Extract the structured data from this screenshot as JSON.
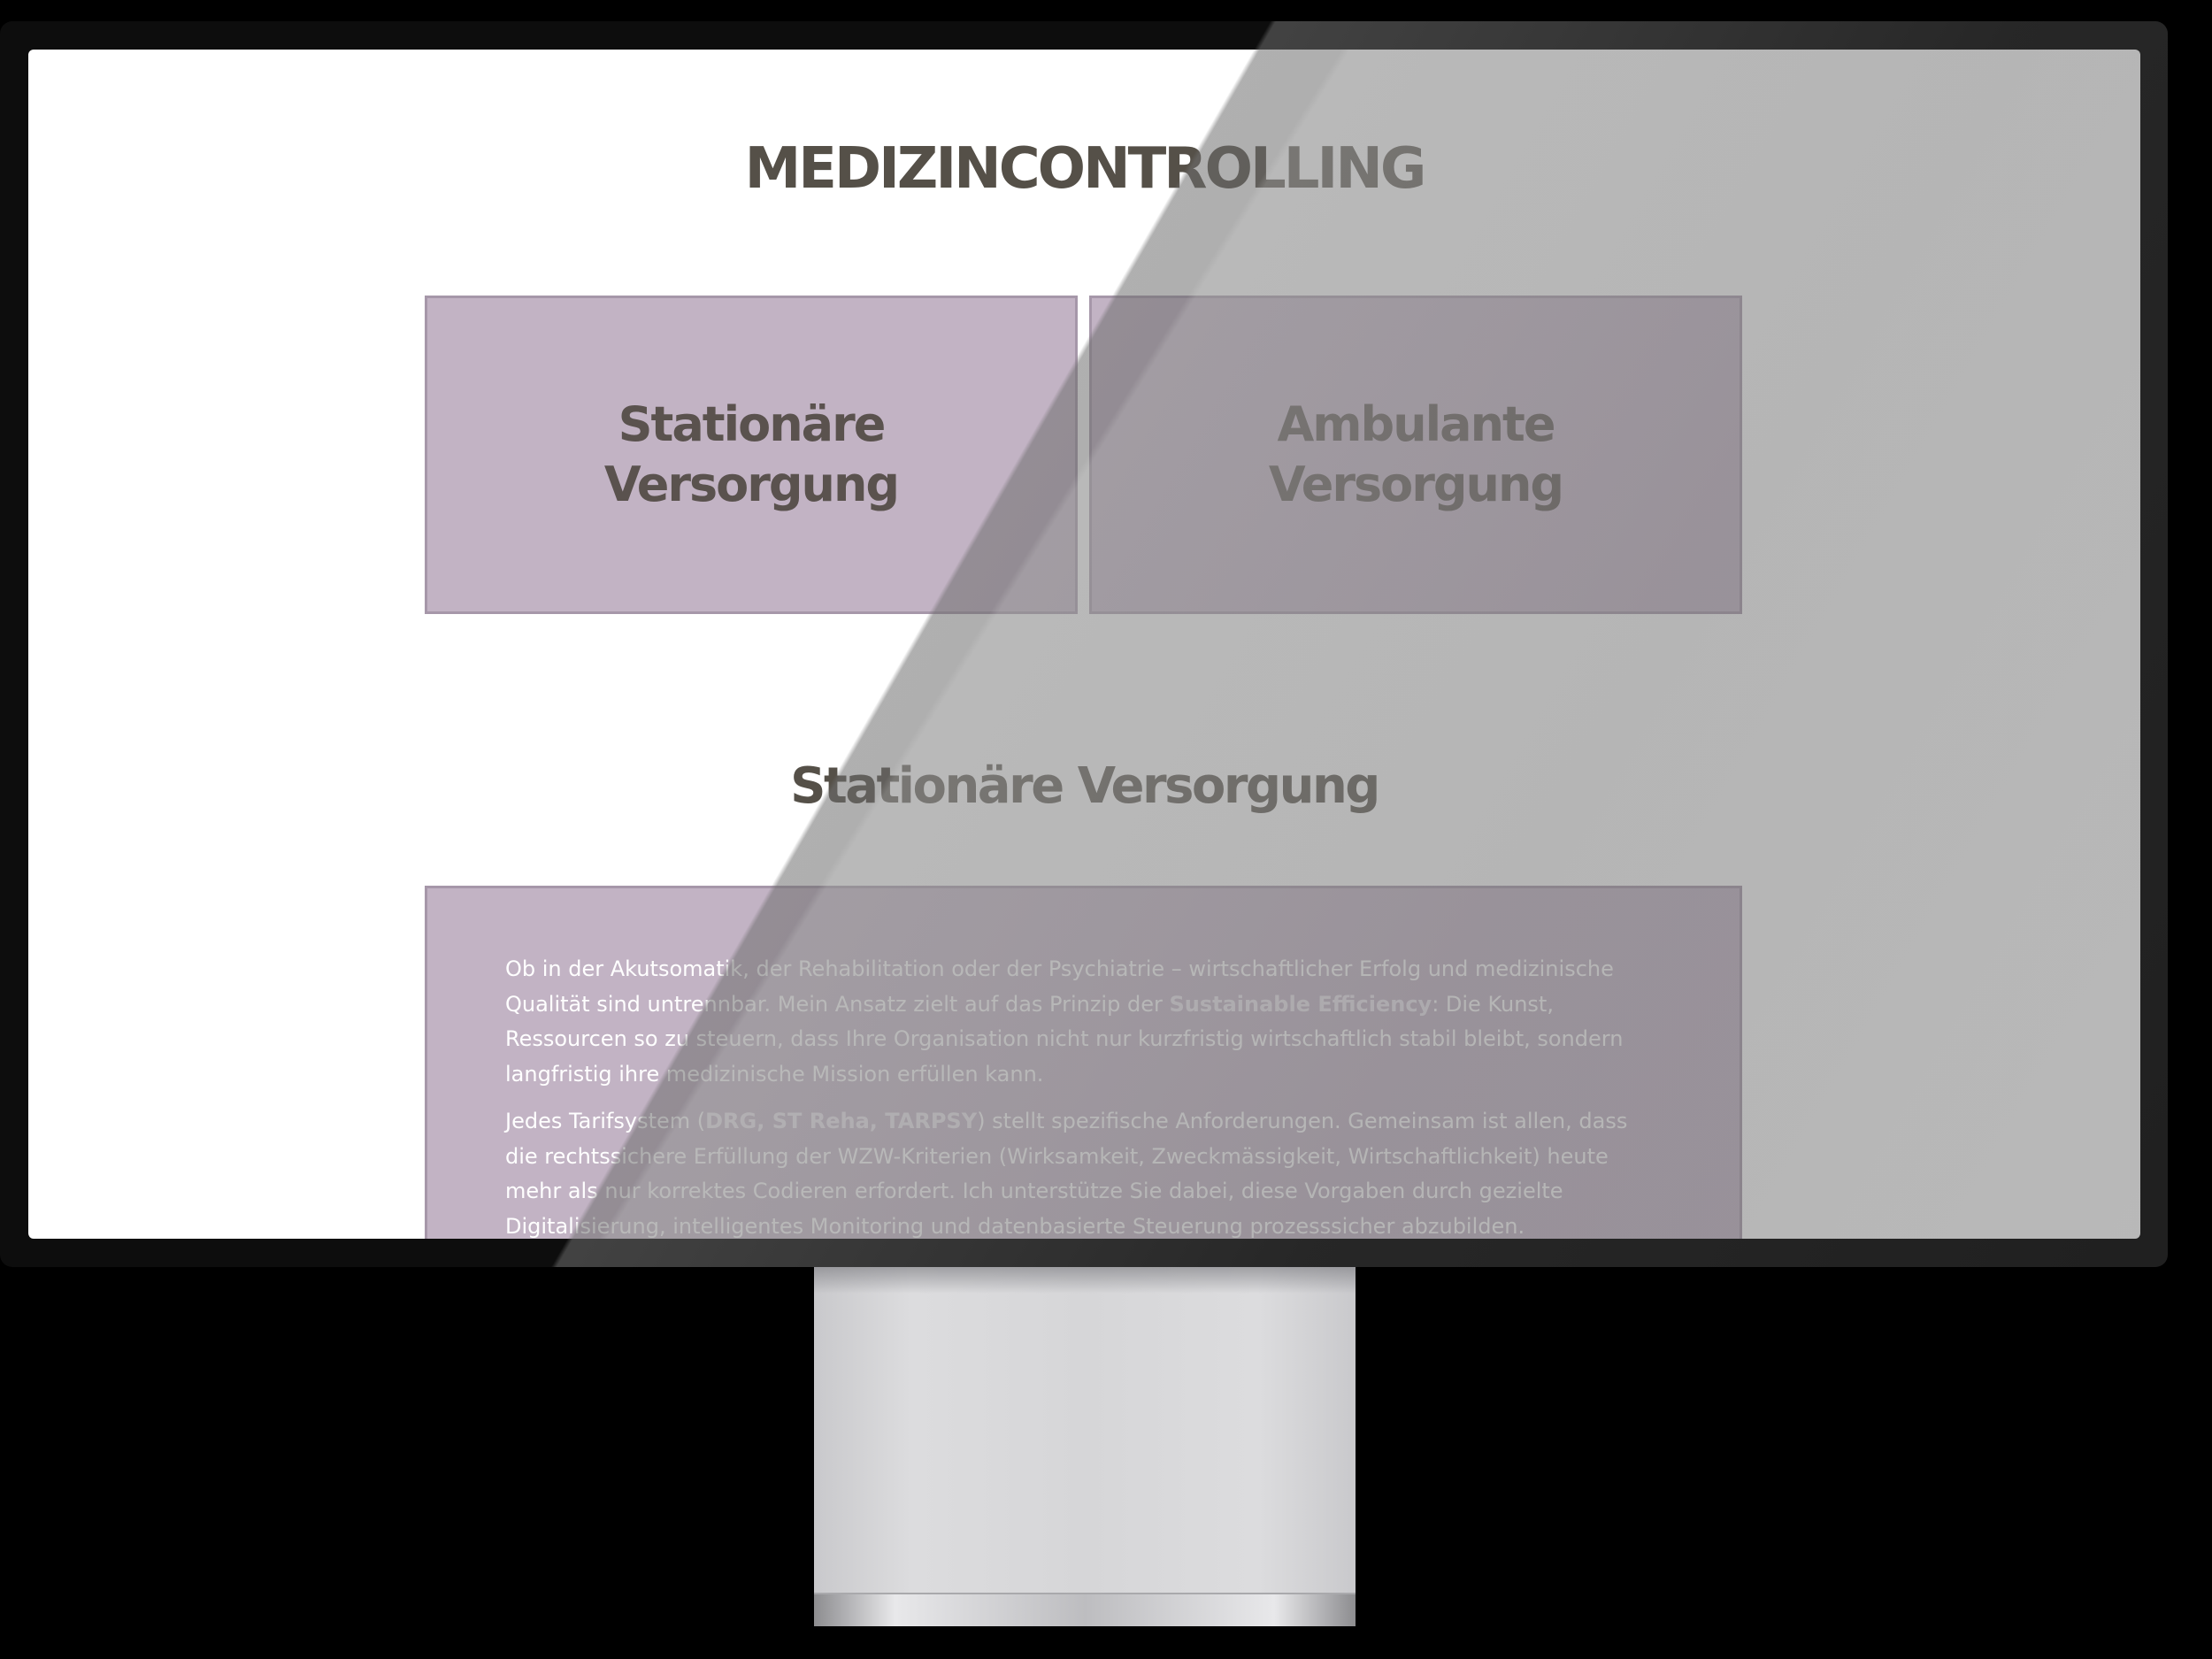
{
  "header": {
    "title_part1": "MEDIZIN",
    "title_part2": "CONTROLLING"
  },
  "cards": [
    {
      "line1": "Stationäre",
      "line2": "Versorgung"
    },
    {
      "line1": "Ambulante",
      "line2": "Versorgung"
    }
  ],
  "section": {
    "title": "Stationäre Versorgung",
    "paragraph1": {
      "before": "Ob in der Akutsomatik, der Rehabilitation oder der Psychiatrie – wirtschaftlicher Erfolg und medizinische Qualität sind untrennbar. Mein Ansatz zielt auf das Prinzip der ",
      "highlight": "Sustainable Efficiency",
      "after": ": Die Kunst, Ressourcen so zu steuern, dass Ihre Organisation nicht nur kurzfristig wirtschaftlich stabil bleibt, sondern langfristig ihre medizinische Mission erfüllen kann."
    },
    "paragraph2": {
      "before": "Jedes Tarifsystem (",
      "drg": "DRG",
      "sep1": ", ",
      "streha": "ST Reha",
      "sep2": ", ",
      "tarpsy": "TARPSY",
      "after": ") stellt spezifische Anforderungen. Gemeinsam ist allen, dass die rechtssichere Erfüllung der WZW-Kriterien (Wirksamkeit, Zweckmässigkeit, Wirtschaftlichkeit) heute mehr als nur korrektes Codieren erfordert. Ich unterstütze Sie dabei, diese Vorgaben durch gezielte Digitalisierung, intelligentes Monitoring und datenbasierte Steuerung prozesssicher abzubilden."
    }
  },
  "colors": {
    "card_bg": "#c2b3c4",
    "card_border": "#a697a9",
    "heading": "#555048",
    "body_text": "#ffffff"
  }
}
